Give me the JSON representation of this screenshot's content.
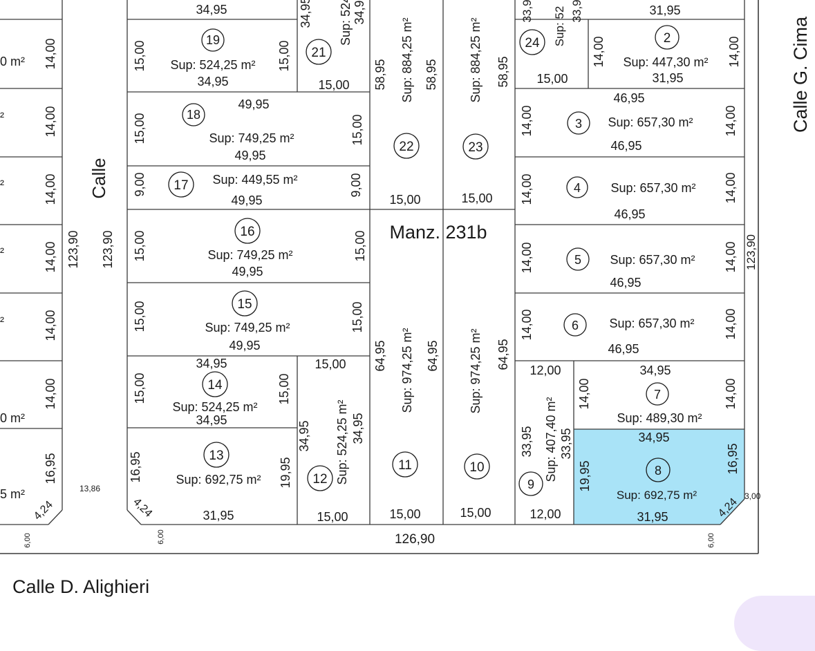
{
  "highlight_color": "#a9e3f7",
  "block": {
    "name": "Manz. 231b",
    "bottom_total": "126,90",
    "side_total": "123,90"
  },
  "streets": {
    "left_block_edge": "Calle",
    "right": "Calle G. Cima",
    "bottom": "Calle D. Alighieri"
  },
  "left_column": {
    "fragments": [
      "0 m²",
      "²",
      "²",
      "²",
      "²",
      "0 m²",
      "5 m²"
    ],
    "widths": [
      "14,00",
      "14,00",
      "14,00",
      "14,00",
      "14,00",
      "14,00",
      "16,95"
    ],
    "corner_cut": "4,24",
    "street_width": "6,00",
    "total_a": "123,90",
    "total_b": "123,90",
    "chamfer_gap": "13,86"
  },
  "lots": {
    "l19": {
      "num": "19",
      "sup": "Sup: 524,25 m²",
      "top": "34,95",
      "bottom": "34,95",
      "left": "15,00",
      "right": "15,00"
    },
    "l21": {
      "num": "21",
      "sup": "Sup: 524",
      "sup2": "34,9",
      "left": "34,95",
      "bottom": "15,00"
    },
    "l18": {
      "num": "18",
      "sup": "Sup: 749,25 m²",
      "top": "49,95",
      "bottom": "49,95",
      "left": "15,00",
      "right": "15,00"
    },
    "l17": {
      "num": "17",
      "sup": "Sup: 449,55 m²",
      "bottom": "49,95",
      "left": "9,00",
      "right": "9,00"
    },
    "l16": {
      "num": "16",
      "sup": "Sup: 749,25 m²",
      "bottom": "49,95",
      "left": "15,00",
      "right": "15,00"
    },
    "l15": {
      "num": "15",
      "sup": "Sup: 749,25 m²",
      "bottom": "49,95",
      "left": "15,00",
      "right": "15,00"
    },
    "l14": {
      "num": "14",
      "sup": "Sup: 524,25 m²",
      "top": "34,95",
      "bottom": "34,95",
      "left": "15,00",
      "right": "15,00"
    },
    "l13": {
      "num": "13",
      "sup": "Sup: 692,75 m²",
      "bottom": "31,95",
      "left": "16,95",
      "right": "19,95",
      "cut": "4,24",
      "street_width": "6,00"
    },
    "l12": {
      "num": "12",
      "sup": "Sup: 524,25 m²",
      "top": "15,00",
      "left": "34,95",
      "right": "34,95",
      "bottom": "15,00"
    },
    "l22": {
      "num": "22",
      "sup": "Sup: 884,25 m²",
      "left": "58,95",
      "right": "58,95",
      "bottom": "15,00"
    },
    "l23": {
      "num": "23",
      "sup": "Sup: 884,25 m²",
      "right": "58,95",
      "bottom": "15,00"
    },
    "l11": {
      "num": "11",
      "sup": "Sup: 974,25 m²",
      "left": "64,95",
      "right": "64,95",
      "bottom": "15,00"
    },
    "l10": {
      "num": "10",
      "sup": "Sup: 974,25 m²",
      "right": "64,95",
      "bottom": "15,00"
    },
    "l24": {
      "num": "24",
      "sup": "Sup: 52",
      "left": "33,9",
      "right": "33,9",
      "bottom": "15,00"
    },
    "l1": {
      "bottom": "31,95"
    },
    "l2": {
      "num": "2",
      "sup": "Sup: 447,30 m²",
      "bottom": "31,95",
      "left": "14,00",
      "right": "14,00"
    },
    "l3": {
      "num": "3",
      "sup": "Sup: 657,30 m²",
      "top": "46,95",
      "bottom": "46,95",
      "left": "14,00",
      "right": "14,00"
    },
    "l4": {
      "num": "4",
      "sup": "Sup: 657,30 m²",
      "bottom": "46,95",
      "left": "14,00",
      "right": "14,00"
    },
    "l5": {
      "num": "5",
      "sup": "Sup: 657,30 m²",
      "bottom": "46,95",
      "left": "14,00",
      "right": "14,00"
    },
    "l6": {
      "num": "6",
      "sup": "Sup: 657,30 m²",
      "bottom": "46,95",
      "left": "14,00",
      "right": "14,00"
    },
    "l7": {
      "num": "7",
      "sup": "Sup: 489,30 m²",
      "top": "34,95",
      "left": "14,00",
      "right": "14,00"
    },
    "l9": {
      "num": "9",
      "sup": "Sup: 407,40 m²",
      "top": "12,00",
      "bottom": "12,00",
      "left": "33,95",
      "right": "33,95"
    },
    "l8": {
      "num": "8",
      "sup": "Sup: 692,75 m²",
      "top": "34,95",
      "bottom": "31,95",
      "left": "19,95",
      "right": "16,95",
      "cut": "4,24",
      "street_width": "6,00",
      "offset": "3,00"
    },
    "l0_top": {
      "val": "34,95"
    }
  }
}
